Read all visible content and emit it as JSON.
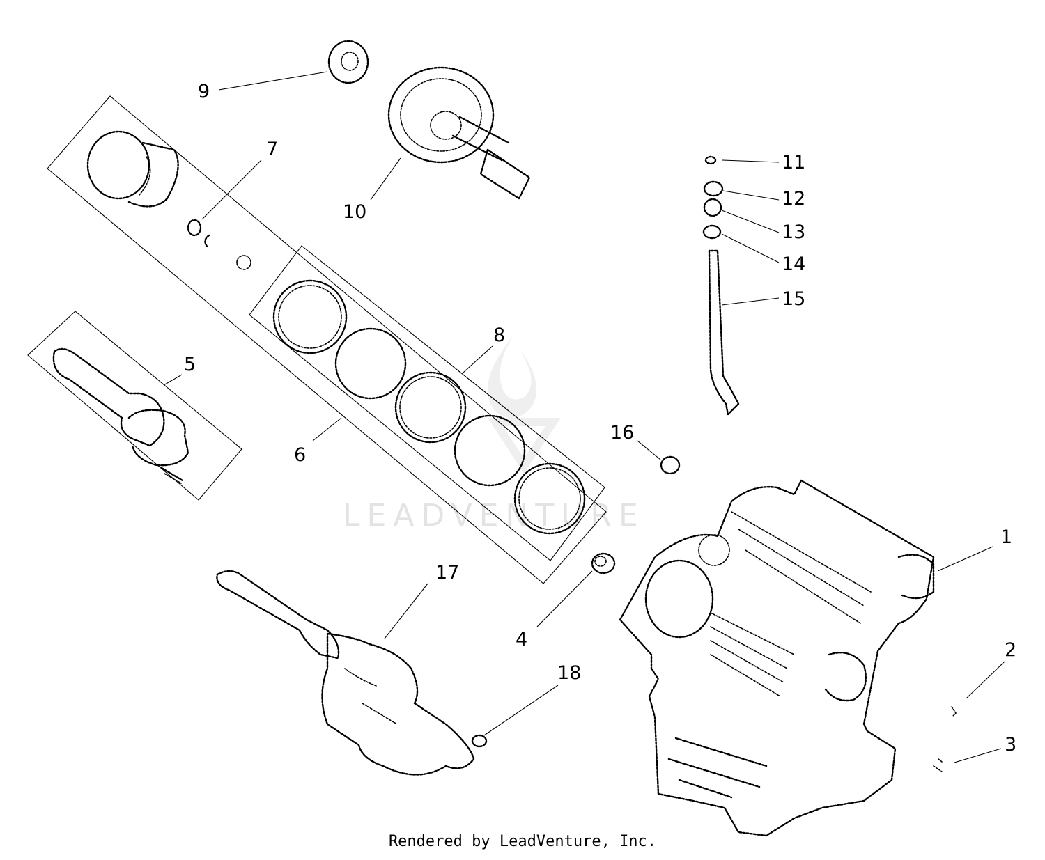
{
  "callouts": {
    "c1": "1",
    "c2": "2",
    "c3": "3",
    "c4": "4",
    "c5": "5",
    "c6": "6",
    "c7": "7",
    "c8": "8",
    "c9": "9",
    "c10": "10",
    "c11": "11",
    "c12": "12",
    "c13": "13",
    "c14": "14",
    "c15": "15",
    "c16": "16",
    "c17": "17",
    "c18": "18"
  },
  "watermark": {
    "text": "LEADVENTURE"
  },
  "footer": {
    "text": "Rendered by LeadVenture, Inc."
  }
}
